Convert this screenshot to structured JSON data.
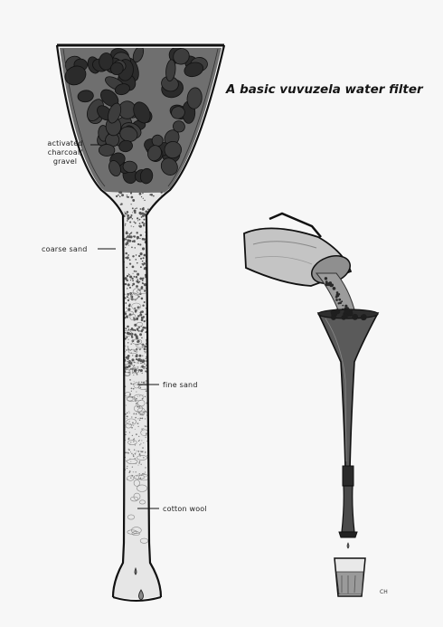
{
  "title": "A basic vuvuzela water filter",
  "labels": {
    "charcoal": "activated charcoal/ gravel",
    "coarse_sand": "coarse sand",
    "fine_sand": "fine sand",
    "cotton_wool": "cotton wool"
  },
  "artist_initials": "CH",
  "colors": {
    "background": "#f7f7f7",
    "ink": "#151515",
    "sand": "#e4e4e4",
    "charcoal_layer": "#6e6e6e",
    "stones": "#2e2e2e",
    "filter_body": "#555555",
    "jug": "#bdbdbd",
    "water": "#8a8a8a"
  }
}
